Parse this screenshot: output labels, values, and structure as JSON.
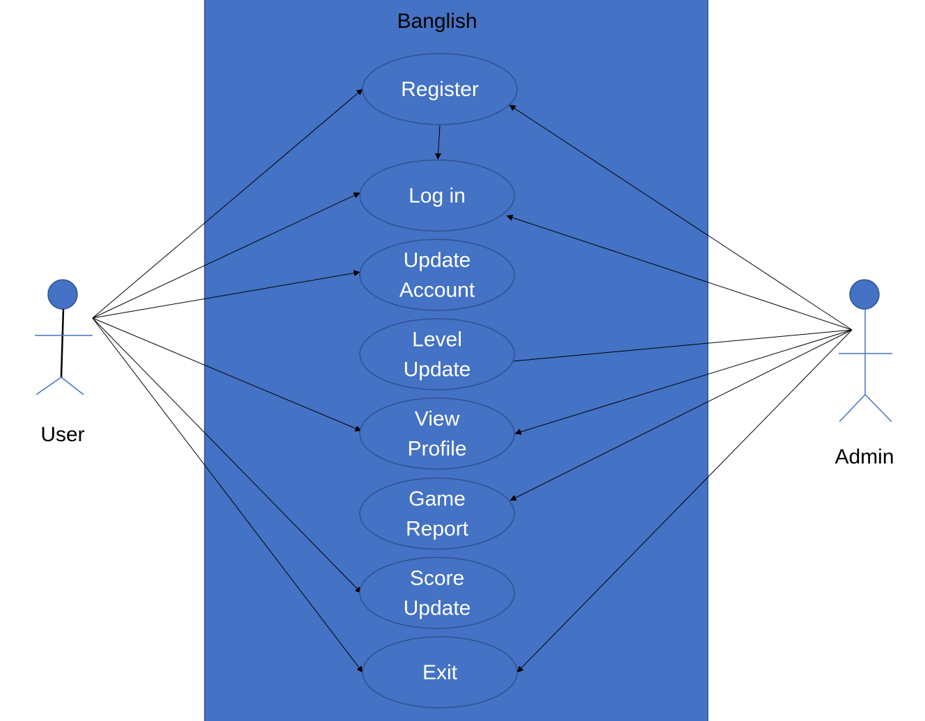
{
  "system": {
    "title": "Banglish",
    "fill": "#4472C4",
    "stroke": "#2F528F"
  },
  "actors": [
    {
      "id": "user",
      "label": "User"
    },
    {
      "id": "admin",
      "label": "Admin"
    }
  ],
  "use_cases": [
    {
      "id": "register",
      "lines": [
        "Register"
      ]
    },
    {
      "id": "login",
      "lines": [
        "Log in"
      ]
    },
    {
      "id": "update-account",
      "lines": [
        "Update",
        "Account"
      ]
    },
    {
      "id": "level-update",
      "lines": [
        "Level",
        "Update"
      ]
    },
    {
      "id": "view-profile",
      "lines": [
        "View",
        "Profile"
      ]
    },
    {
      "id": "game-report",
      "lines": [
        "Game",
        "Report"
      ]
    },
    {
      "id": "score-update",
      "lines": [
        "Score",
        "Update"
      ]
    },
    {
      "id": "exit",
      "lines": [
        "Exit"
      ]
    }
  ],
  "associations": [
    {
      "from": "user",
      "to": "register"
    },
    {
      "from": "user",
      "to": "login"
    },
    {
      "from": "user",
      "to": "update-account"
    },
    {
      "from": "user",
      "to": "view-profile"
    },
    {
      "from": "user",
      "to": "score-update"
    },
    {
      "from": "user",
      "to": "exit"
    },
    {
      "from": "admin",
      "to": "register"
    },
    {
      "from": "admin",
      "to": "login"
    },
    {
      "from": "admin",
      "to": "level-update"
    },
    {
      "from": "admin",
      "to": "view-profile"
    },
    {
      "from": "admin",
      "to": "game-report"
    },
    {
      "from": "admin",
      "to": "exit"
    },
    {
      "from": "register",
      "to": "login"
    }
  ],
  "colors": {
    "use_case_fill": "#4472C4",
    "use_case_stroke": "#2F528F",
    "actor_fill": "#4472C4",
    "line": "#000000",
    "use_case_text": "#FFFFFF"
  }
}
